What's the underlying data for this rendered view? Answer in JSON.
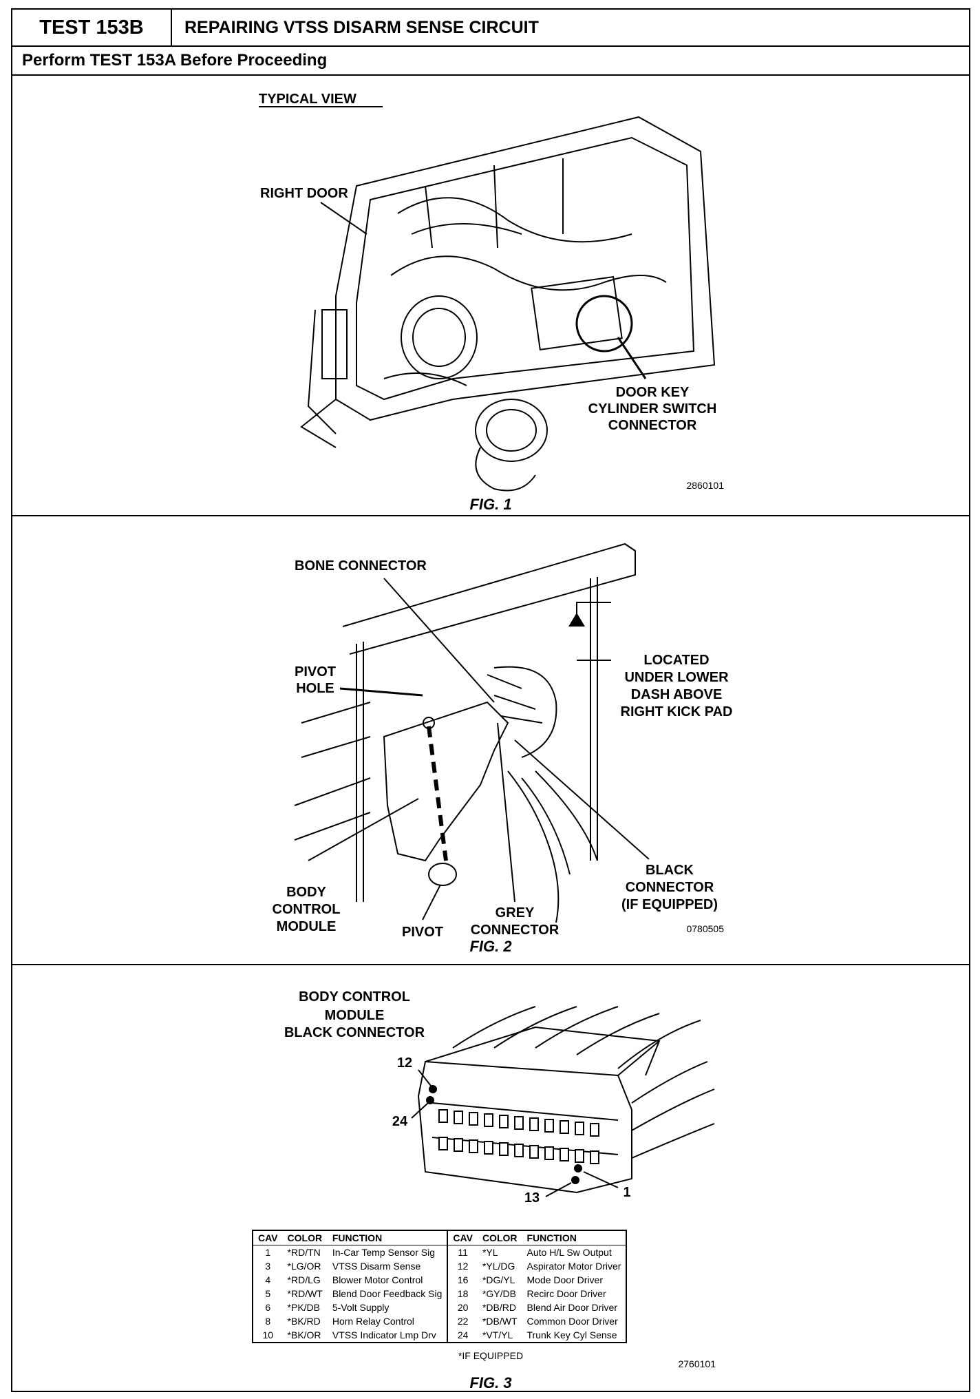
{
  "header": {
    "test_id": "TEST 153B",
    "title": "REPAIRING VTSS DISARM SENSE CIRCUIT",
    "subtitle": "Perform TEST 153A Before Proceeding"
  },
  "fig1": {
    "view_title": "TYPICAL VIEW",
    "label_right_door": "RIGHT DOOR",
    "label_connector_1": "DOOR KEY",
    "label_connector_2": "CYLINDER SWITCH",
    "label_connector_3": "CONNECTOR",
    "code": "2860101",
    "caption": "FIG. 1"
  },
  "fig2": {
    "label_bone": "BONE CONNECTOR",
    "label_pivot_hole_1": "PIVOT",
    "label_pivot_hole_2": "HOLE",
    "label_located_1": "LOCATED",
    "label_located_2": "UNDER LOWER",
    "label_located_3": "DASH ABOVE",
    "label_located_4": "RIGHT KICK PAD",
    "label_body_1": "BODY",
    "label_body_2": "CONTROL",
    "label_body_3": "MODULE",
    "label_pivot": "PIVOT",
    "label_grey_1": "GREY",
    "label_grey_2": "CONNECTOR",
    "label_black_1": "BLACK",
    "label_black_2": "CONNECTOR",
    "label_black_3": "(IF EQUIPPED)",
    "code": "0780505",
    "caption": "FIG. 2"
  },
  "fig3": {
    "title_1": "BODY CONTROL",
    "title_2": "MODULE",
    "title_3": "BLACK CONNECTOR",
    "pin_12": "12",
    "pin_24": "24",
    "pin_13": "13",
    "pin_1": "1",
    "table_headers": [
      "CAV",
      "COLOR",
      "FUNCTION",
      "CAV",
      "COLOR",
      "FUNCTION"
    ],
    "rows": [
      {
        "cav": "1",
        "color": "*RD/TN",
        "function": "In-Car Temp Sensor Sig",
        "cav2": "11",
        "color2": "*YL",
        "function2": "Auto H/L Sw Output"
      },
      {
        "cav": "3",
        "color": "*LG/OR",
        "function": "VTSS Disarm Sense",
        "cav2": "12",
        "color2": "*YL/DG",
        "function2": "Aspirator Motor Driver"
      },
      {
        "cav": "4",
        "color": "*RD/LG",
        "function": "Blower Motor Control",
        "cav2": "16",
        "color2": "*DG/YL",
        "function2": "Mode Door Driver"
      },
      {
        "cav": "5",
        "color": "*RD/WT",
        "function": "Blend Door Feedback Sig",
        "cav2": "18",
        "color2": "*GY/DB",
        "function2": "Recirc Door Driver"
      },
      {
        "cav": "6",
        "color": "*PK/DB",
        "function": "5-Volt Supply",
        "cav2": "20",
        "color2": "*DB/RD",
        "function2": "Blend Air Door Driver"
      },
      {
        "cav": "8",
        "color": "*BK/RD",
        "function": "Horn Relay Control",
        "cav2": "22",
        "color2": "*DB/WT",
        "function2": "Common Door Driver"
      },
      {
        "cav": "10",
        "color": "*BK/OR",
        "function": "VTSS Indicator Lmp Drv",
        "cav2": "24",
        "color2": "*VT/YL",
        "function2": "Trunk Key Cyl Sense"
      }
    ],
    "footnote": "*IF EQUIPPED",
    "code": "2760101",
    "caption": "FIG. 3"
  }
}
